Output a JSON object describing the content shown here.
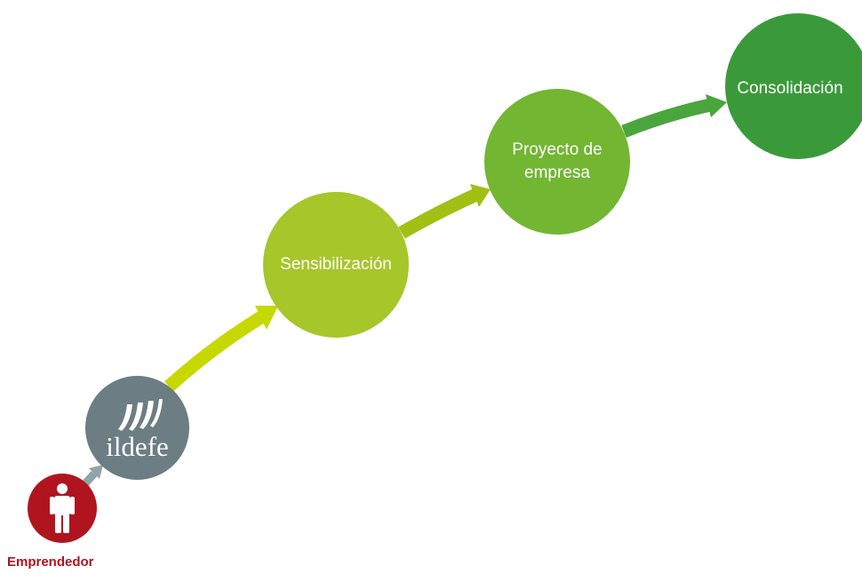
{
  "steps": [
    {
      "label": "Sensibilización",
      "color": "#a6c62a"
    },
    {
      "label": "Proyecto de\nempresa",
      "color": "#72b632"
    },
    {
      "label": "Consolidación",
      "color": "#3a9a3a"
    }
  ],
  "logo": {
    "text": "ildefe",
    "color": "#6c7d83"
  },
  "person": {
    "label": "Emprendedor",
    "color": "#b0141f",
    "icon": "person-icon"
  },
  "arrows": {
    "colors": [
      "#8fa3a8",
      "#c7d800",
      "#a2bf14",
      "#4aa63c"
    ]
  }
}
